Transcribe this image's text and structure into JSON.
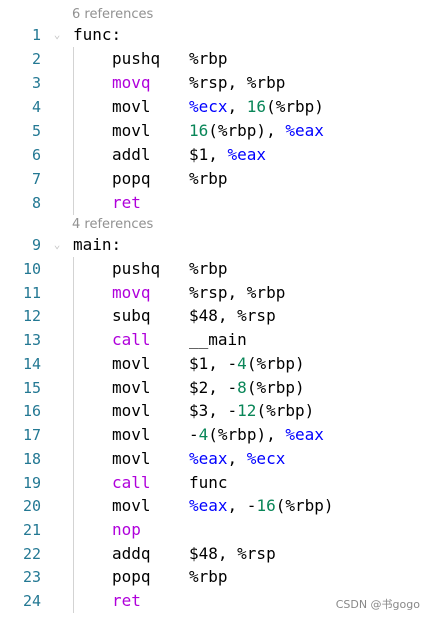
{
  "codelens": [
    "6 references",
    "4 references"
  ],
  "func_label": "func:",
  "main_label": "main:",
  "lines": [
    {
      "n": "2",
      "mn": "pushq",
      "kw": false,
      "ops": [
        {
          "t": "%rbp",
          "c": ""
        }
      ]
    },
    {
      "n": "3",
      "mn": "movq",
      "kw": true,
      "ops": [
        {
          "t": "%rsp, %rbp",
          "c": ""
        }
      ]
    },
    {
      "n": "4",
      "mn": "movl",
      "kw": false,
      "ops": [
        {
          "t": "%ecx",
          "c": "reg"
        },
        {
          "t": ", ",
          "c": ""
        },
        {
          "t": "16",
          "c": "num"
        },
        {
          "t": "(%rbp)",
          "c": ""
        }
      ]
    },
    {
      "n": "5",
      "mn": "movl",
      "kw": false,
      "ops": [
        {
          "t": "16",
          "c": "num"
        },
        {
          "t": "(%rbp), ",
          "c": ""
        },
        {
          "t": "%eax",
          "c": "reg"
        }
      ]
    },
    {
      "n": "6",
      "mn": "addl",
      "kw": false,
      "ops": [
        {
          "t": "$1, ",
          "c": ""
        },
        {
          "t": "%eax",
          "c": "reg"
        }
      ]
    },
    {
      "n": "7",
      "mn": "popq",
      "kw": false,
      "ops": [
        {
          "t": "%rbp",
          "c": ""
        }
      ]
    },
    {
      "n": "8",
      "mn": "ret",
      "kw": true,
      "ops": []
    },
    {
      "n": "10",
      "mn": "pushq",
      "kw": false,
      "ops": [
        {
          "t": "%rbp",
          "c": ""
        }
      ]
    },
    {
      "n": "11",
      "mn": "movq",
      "kw": true,
      "ops": [
        {
          "t": "%rsp, %rbp",
          "c": ""
        }
      ]
    },
    {
      "n": "12",
      "mn": "subq",
      "kw": false,
      "ops": [
        {
          "t": "$48, %rsp",
          "c": ""
        }
      ]
    },
    {
      "n": "13",
      "mn": "call",
      "kw": true,
      "ops": [
        {
          "t": "__main",
          "c": ""
        }
      ]
    },
    {
      "n": "14",
      "mn": "movl",
      "kw": false,
      "ops": [
        {
          "t": "$1, -",
          "c": ""
        },
        {
          "t": "4",
          "c": "num"
        },
        {
          "t": "(%rbp)",
          "c": ""
        }
      ]
    },
    {
      "n": "15",
      "mn": "movl",
      "kw": false,
      "ops": [
        {
          "t": "$2, -",
          "c": ""
        },
        {
          "t": "8",
          "c": "num"
        },
        {
          "t": "(%rbp)",
          "c": ""
        }
      ]
    },
    {
      "n": "16",
      "mn": "movl",
      "kw": false,
      "ops": [
        {
          "t": "$3, -",
          "c": ""
        },
        {
          "t": "12",
          "c": "num"
        },
        {
          "t": "(%rbp)",
          "c": ""
        }
      ]
    },
    {
      "n": "17",
      "mn": "movl",
      "kw": false,
      "ops": [
        {
          "t": "-",
          "c": ""
        },
        {
          "t": "4",
          "c": "num"
        },
        {
          "t": "(%rbp), ",
          "c": ""
        },
        {
          "t": "%eax",
          "c": "reg"
        }
      ]
    },
    {
      "n": "18",
      "mn": "movl",
      "kw": false,
      "ops": [
        {
          "t": "%eax",
          "c": "reg"
        },
        {
          "t": ", ",
          "c": ""
        },
        {
          "t": "%ecx",
          "c": "reg"
        }
      ]
    },
    {
      "n": "19",
      "mn": "call",
      "kw": true,
      "ops": [
        {
          "t": "func",
          "c": ""
        }
      ]
    },
    {
      "n": "20",
      "mn": "movl",
      "kw": false,
      "ops": [
        {
          "t": "%eax",
          "c": "reg"
        },
        {
          "t": ", -",
          "c": ""
        },
        {
          "t": "16",
          "c": "num"
        },
        {
          "t": "(%rbp)",
          "c": ""
        }
      ]
    },
    {
      "n": "21",
      "mn": "nop",
      "kw": true,
      "ops": []
    },
    {
      "n": "22",
      "mn": "addq",
      "kw": false,
      "ops": [
        {
          "t": "$48, %rsp",
          "c": ""
        }
      ]
    },
    {
      "n": "23",
      "mn": "popq",
      "kw": false,
      "ops": [
        {
          "t": "%rbp",
          "c": ""
        }
      ]
    },
    {
      "n": "24",
      "mn": "ret",
      "kw": true,
      "ops": []
    }
  ],
  "label_numbers": {
    "func": "1",
    "main": "9"
  },
  "fold_icon": "chevron-down-icon",
  "colors": {
    "line_number": "#237893",
    "keyword": "#af00db",
    "register": "#0000ff",
    "number": "#098658",
    "codelens": "#919191"
  },
  "watermark": "CSDN @书gogo"
}
